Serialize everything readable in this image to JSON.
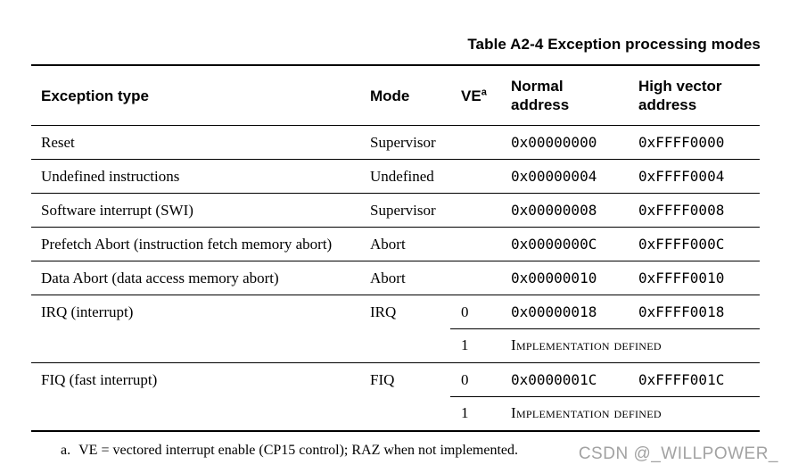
{
  "title": "Table A2-4 Exception processing modes",
  "table": {
    "headers": {
      "exception_type": "Exception type",
      "mode": "Mode",
      "ve": "VE",
      "ve_sup": "a",
      "normal_address": "Normal\naddress",
      "high_vector_address": "High vector\naddress"
    },
    "rows": [
      {
        "exception": "Reset",
        "mode": "Supervisor",
        "ve": "",
        "normal": "0x00000000",
        "high": "0xFFFF0000"
      },
      {
        "exception": "Undefined instructions",
        "mode": "Undefined",
        "ve": "",
        "normal": "0x00000004",
        "high": "0xFFFF0004"
      },
      {
        "exception": "Software interrupt (SWI)",
        "mode": "Supervisor",
        "ve": "",
        "normal": "0x00000008",
        "high": "0xFFFF0008"
      },
      {
        "exception": "Prefetch Abort (instruction fetch memory abort)",
        "mode": "Abort",
        "ve": "",
        "normal": "0x0000000C",
        "high": "0xFFFF000C"
      },
      {
        "exception": "Data Abort (data access memory abort)",
        "mode": "Abort",
        "ve": "",
        "normal": "0x00000010",
        "high": "0xFFFF0010"
      },
      {
        "exception": "IRQ (interrupt)",
        "mode": "IRQ",
        "ve": "0",
        "normal": "0x00000018",
        "high": "0xFFFF0018"
      },
      {
        "exception": "",
        "mode": "",
        "ve": "1",
        "impl": "Implementation defined"
      },
      {
        "exception": "FIQ (fast interrupt)",
        "mode": "FIQ",
        "ve": "0",
        "normal": "0x0000001C",
        "high": "0xFFFF001C"
      },
      {
        "exception": "",
        "mode": "",
        "ve": "1",
        "impl": "Implementation defined"
      }
    ]
  },
  "footnote": {
    "marker": "a.",
    "text": "VE = vectored interrupt enable (CP15 control); RAZ when not implemented."
  },
  "watermark": "CSDN @_WILLPOWER_"
}
